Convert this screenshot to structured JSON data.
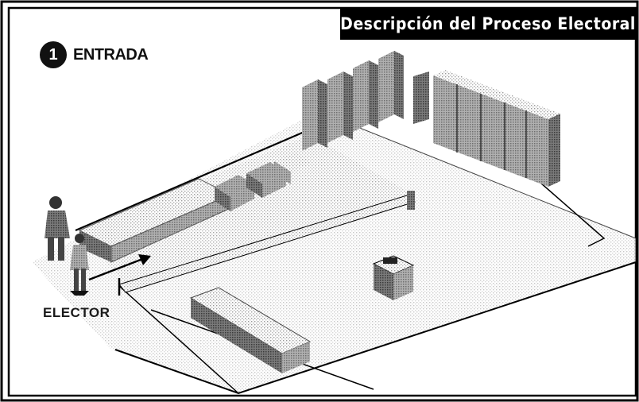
{
  "title": "Descripción del Proceso Electoral",
  "step": {
    "number": "1",
    "label": "ENTRADA"
  },
  "person_label": "ELECTOR"
}
